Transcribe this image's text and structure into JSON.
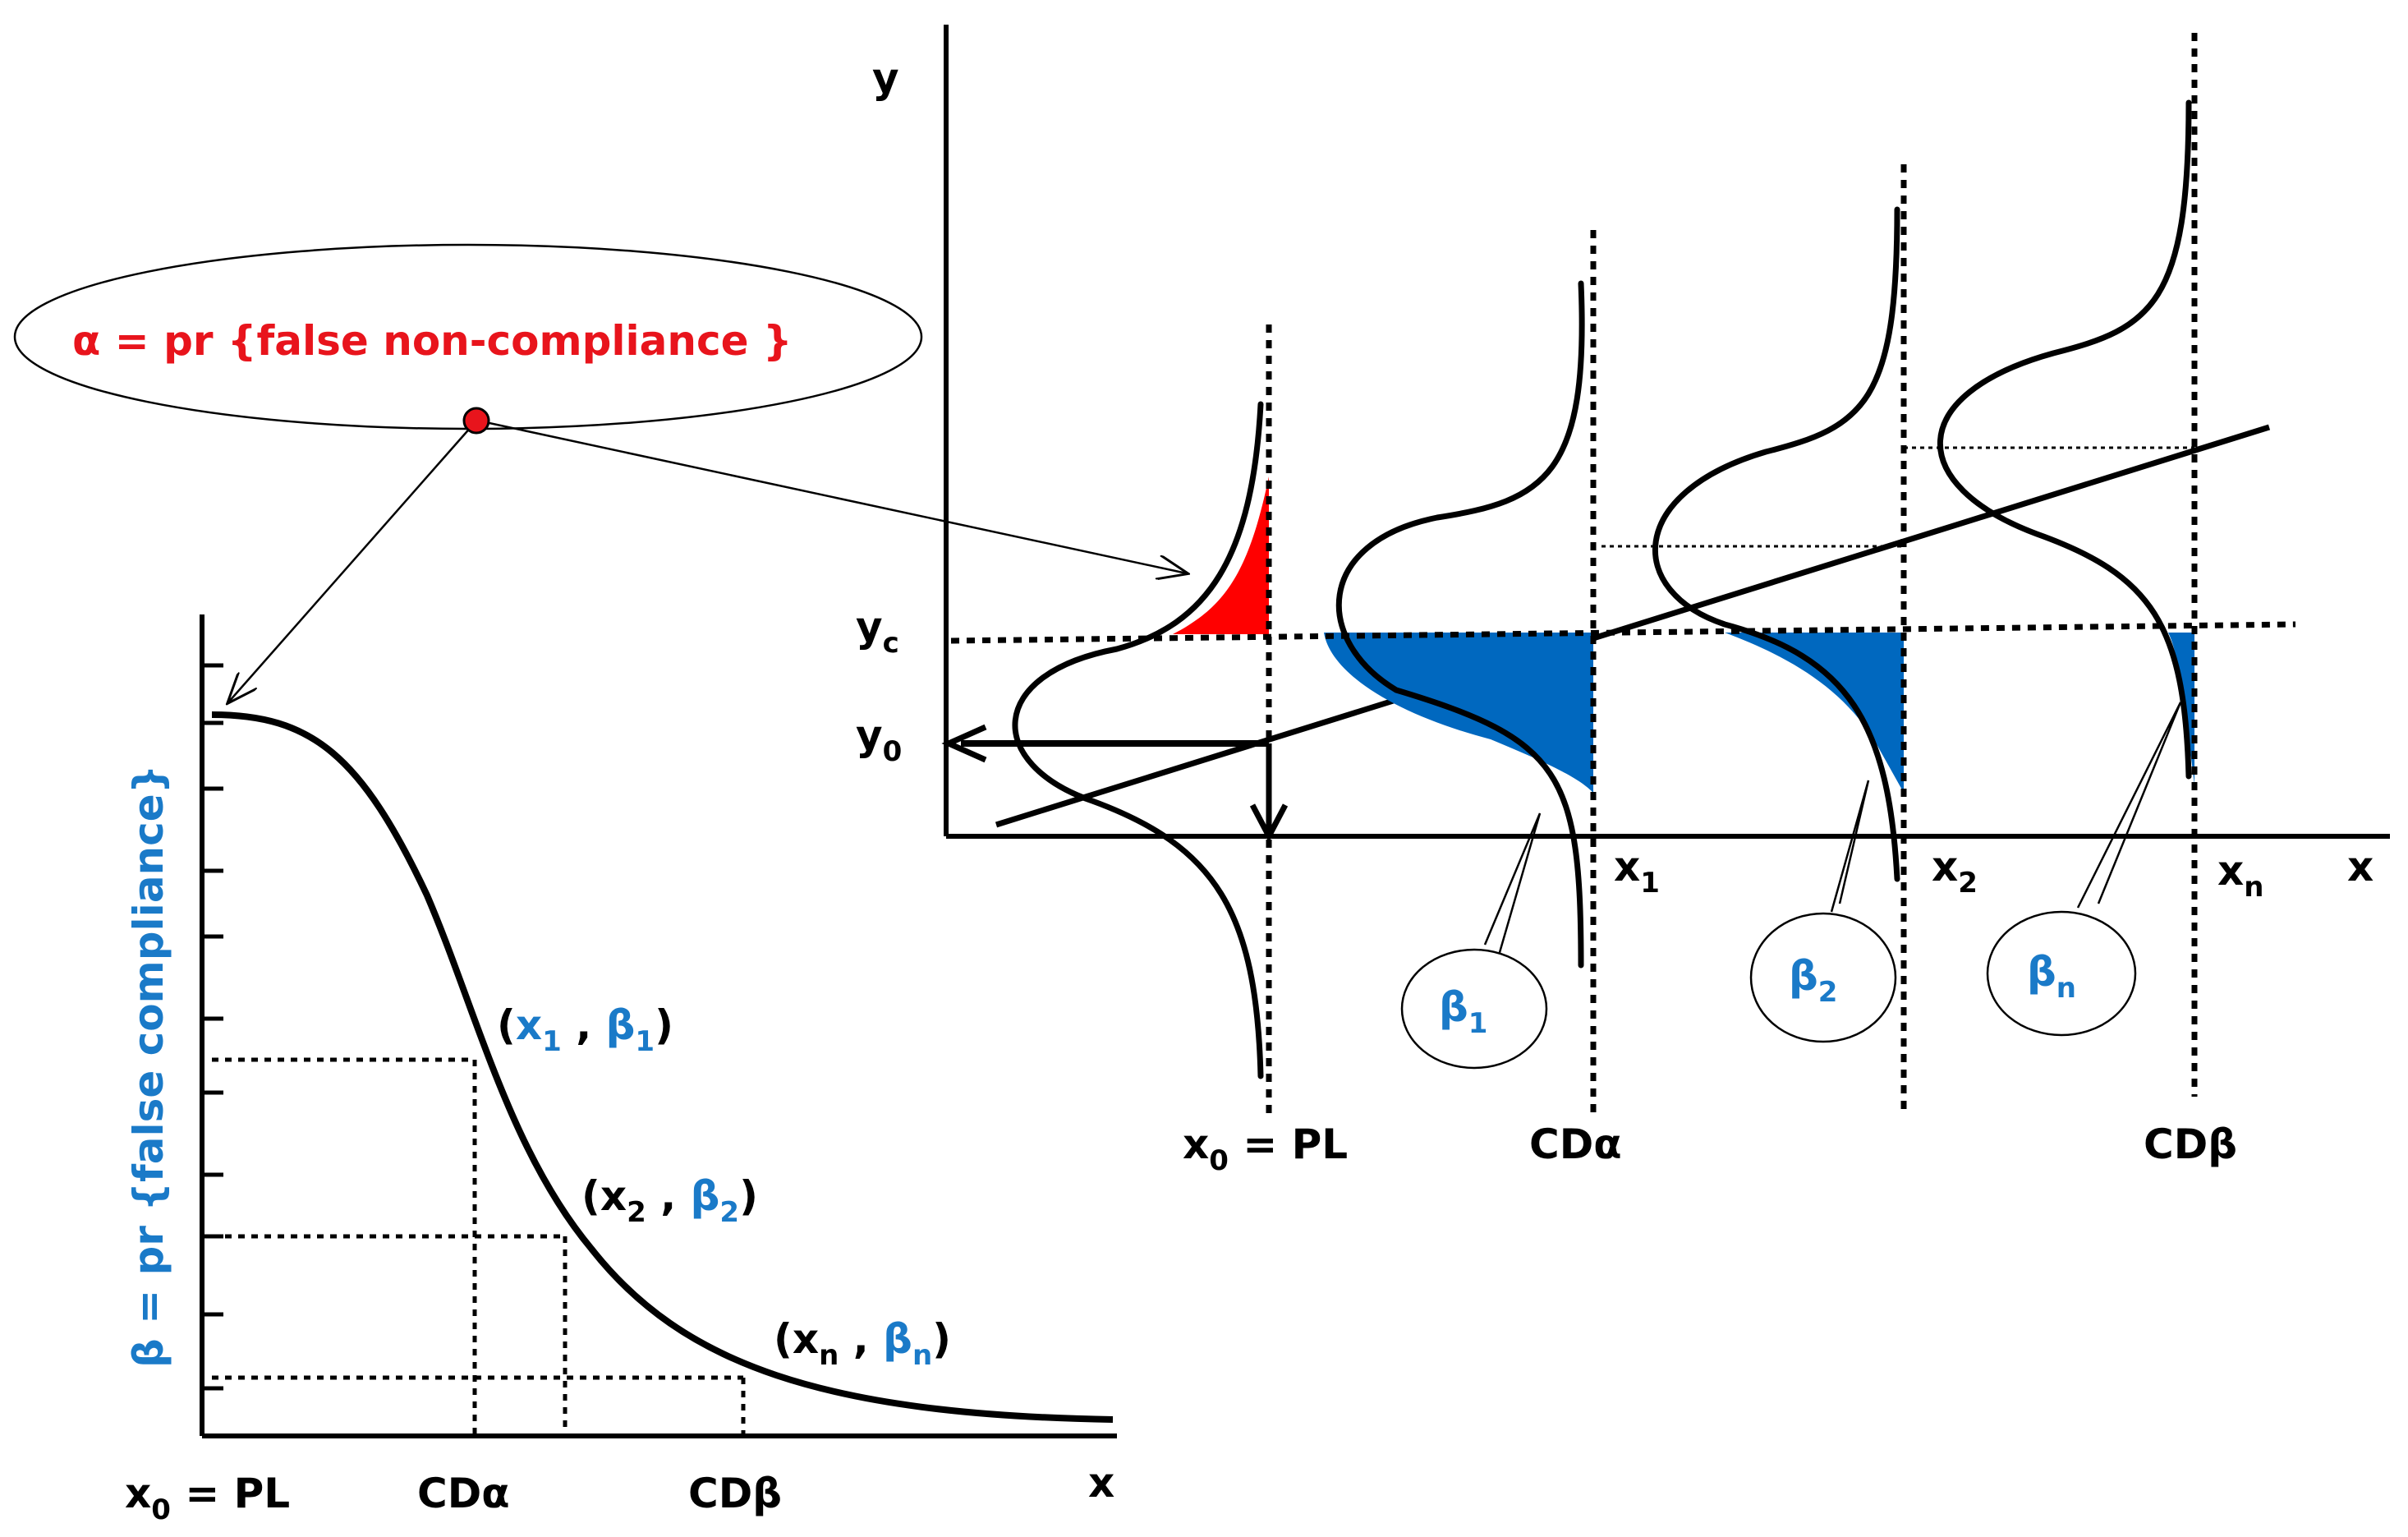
{
  "colors": {
    "alpha_red": "#e8141c",
    "beta_blue": "#1a7ac8",
    "fill_blue": "#0068bf",
    "fill_red": "#ff0000",
    "ink": "#000000"
  },
  "callout": {
    "alpha": "α",
    "alpha_rest": " = pr {false non-compliance }"
  },
  "right_plot": {
    "y_axis": "y",
    "x_axis": "x",
    "yc": {
      "main": "y",
      "sub": "c"
    },
    "y0": {
      "main": "y",
      "sub": "0"
    },
    "x1": {
      "main": "x",
      "sub": "1"
    },
    "x2": {
      "main": "x",
      "sub": "2"
    },
    "xn": {
      "main": "x",
      "sub": "n"
    },
    "x0pl": {
      "main": "x",
      "sub": "0",
      "rest": " = PL"
    },
    "cda": "CDα",
    "cdb": "CDβ",
    "bubbles": [
      {
        "main": "β",
        "sub": "1"
      },
      {
        "main": "β",
        "sub": "2"
      },
      {
        "main": "β",
        "sub": "n"
      }
    ]
  },
  "left_plot": {
    "y_axis_label": "β = pr {false compliance}",
    "x_axis": "x",
    "x0pl": {
      "main": "x",
      "sub": "0",
      "rest": " = PL"
    },
    "cda": "CDα",
    "cdb": "CDβ",
    "points": [
      {
        "open": "(",
        "x": "x",
        "xs": "1",
        "sep": " , ",
        "b": "β",
        "bs": "1",
        "close": ")"
      },
      {
        "open": "(",
        "x": "x",
        "xs": "2",
        "sep": " , ",
        "b": "β",
        "bs": "2",
        "close": ")"
      },
      {
        "open": "(",
        "x": "x",
        "xs": "n",
        "sep": " , ",
        "b": "β",
        "bs": "n",
        "close": ")"
      }
    ]
  }
}
